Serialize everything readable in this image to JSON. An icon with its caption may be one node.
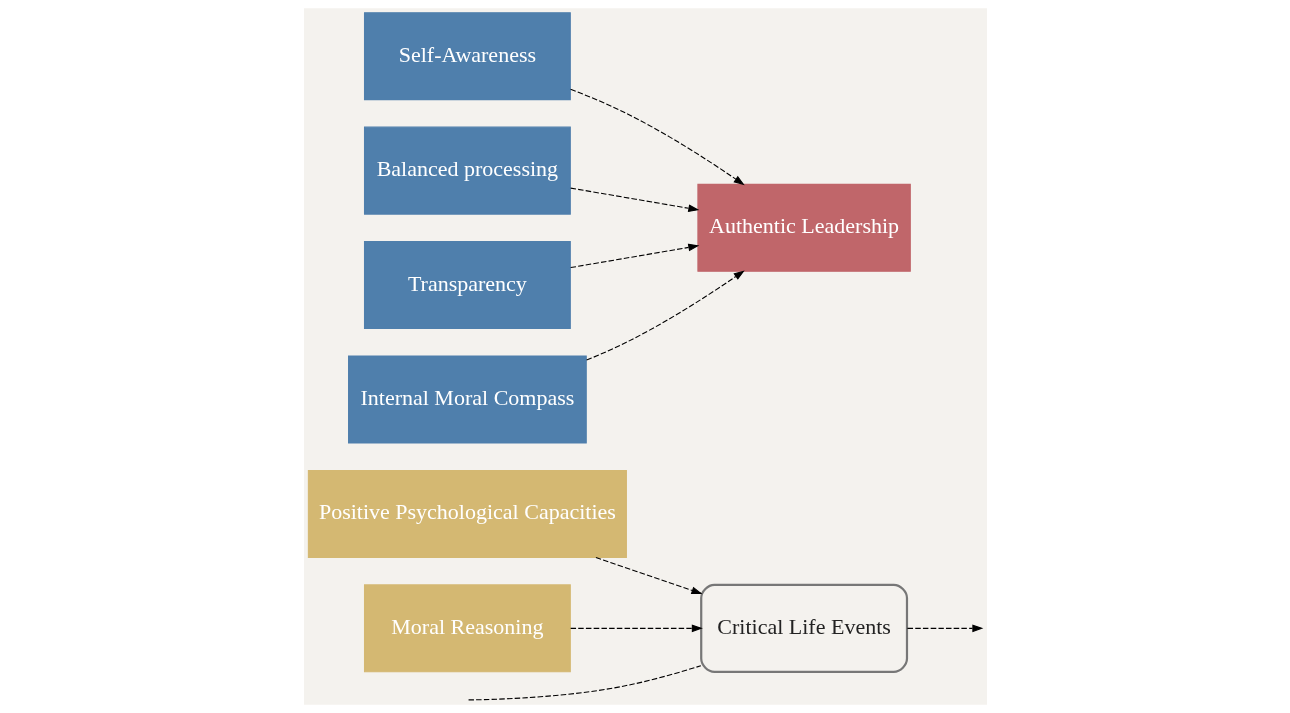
{
  "diagram": {
    "nodes": [
      {
        "text": [
          "Positive Psychological Capacities"
        ]
      },
      {
        "text": [
          "Moral Reasoning"
        ]
      },
      {
        "text": [
          "Critical Life Events"
        ]
      },
      {
        "text": [
          "Self-Awareness"
        ]
      },
      {
        "text": [
          "Balanced processing"
        ]
      },
      {
        "text": [
          "Transparency"
        ]
      },
      {
        "text": [
          "Internal Moral Compass"
        ]
      },
      {
        "text": [
          "Authentic Leadership"
        ]
      }
    ],
    "edges": [
      {
        "from": 0,
        "to": 2,
        "arrow": "to",
        "style": "dashed"
      },
      {
        "from": 1,
        "to": 2,
        "arrow": "to",
        "style": "dashed"
      },
      {
        "from": null,
        "to": 2,
        "arrow": "none",
        "style": "dashed"
      },
      {
        "from": 2,
        "to": null,
        "arrow": "to",
        "style": "dashed"
      },
      {
        "from": 3,
        "to": 7,
        "arrow": "to",
        "style": "dashed"
      },
      {
        "from": 4,
        "to": 7,
        "arrow": "to",
        "style": "dashed"
      },
      {
        "from": 5,
        "to": 7,
        "arrow": "to",
        "style": "dashed"
      },
      {
        "from": 6,
        "to": 7,
        "arrow": "to",
        "style": "dashed"
      }
    ]
  }
}
